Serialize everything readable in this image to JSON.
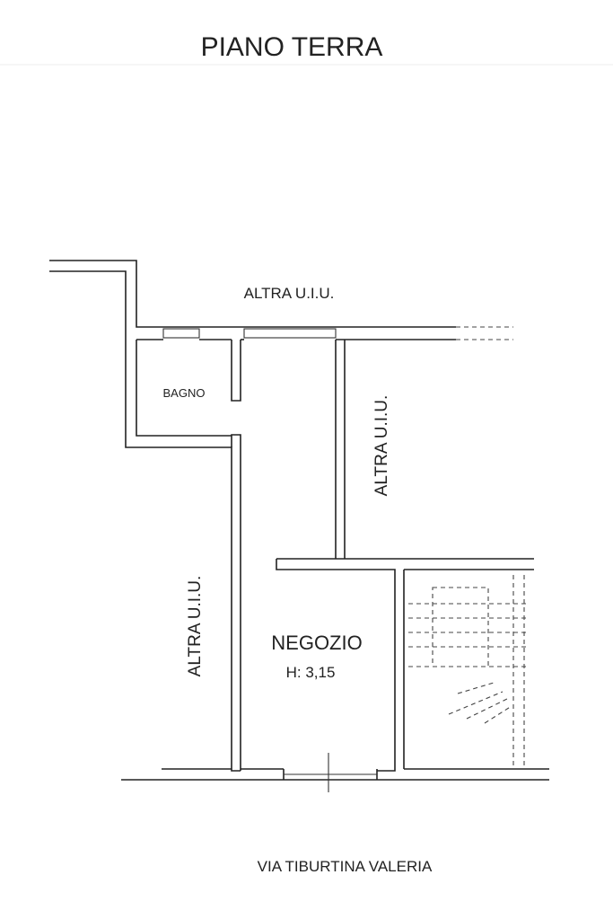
{
  "title": "PIANO TERRA",
  "street": "VIA TIBURTINA VALERIA",
  "rooms": {
    "neighbor_top": "ALTRA U.I.U.",
    "neighbor_right": "ALTRA U.I.U.",
    "neighbor_left": "ALTRA U.I.U.",
    "bathroom": "BAGNO",
    "shop": "NEGOZIO",
    "shop_height": "H: 3,15"
  }
}
